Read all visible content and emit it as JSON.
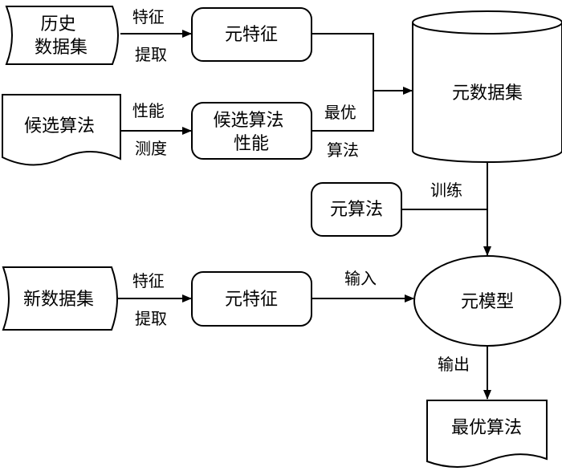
{
  "diagram": {
    "nodes": {
      "history_dataset": {
        "lines": [
          "历史",
          "数据集"
        ]
      },
      "candidate_algorithms": {
        "lines": [
          "候选算法"
        ]
      },
      "meta_features_top": {
        "lines": [
          "元特征"
        ]
      },
      "candidate_performance": {
        "lines": [
          "候选算法",
          "性能"
        ]
      },
      "meta_dataset": {
        "lines": [
          "元数据集"
        ]
      },
      "meta_algorithm": {
        "lines": [
          "元算法"
        ]
      },
      "new_dataset": {
        "lines": [
          "新数据集"
        ]
      },
      "meta_features_bottom": {
        "lines": [
          "元特征"
        ]
      },
      "meta_model": {
        "lines": [
          "元模型"
        ]
      },
      "best_algorithm": {
        "lines": [
          "最优算法"
        ]
      }
    },
    "edges": {
      "feature_extraction_top": {
        "lines": [
          "特征",
          "提取"
        ]
      },
      "performance_measure": {
        "lines": [
          "性能",
          "测度"
        ]
      },
      "best_algorithm_label": {
        "lines": [
          "最优",
          "算法"
        ]
      },
      "train": {
        "lines": [
          "训练"
        ]
      },
      "feature_extraction_bottom": {
        "lines": [
          "特征",
          "提取"
        ]
      },
      "input": {
        "lines": [
          "输入"
        ]
      },
      "output": {
        "lines": [
          "输出"
        ]
      }
    }
  }
}
